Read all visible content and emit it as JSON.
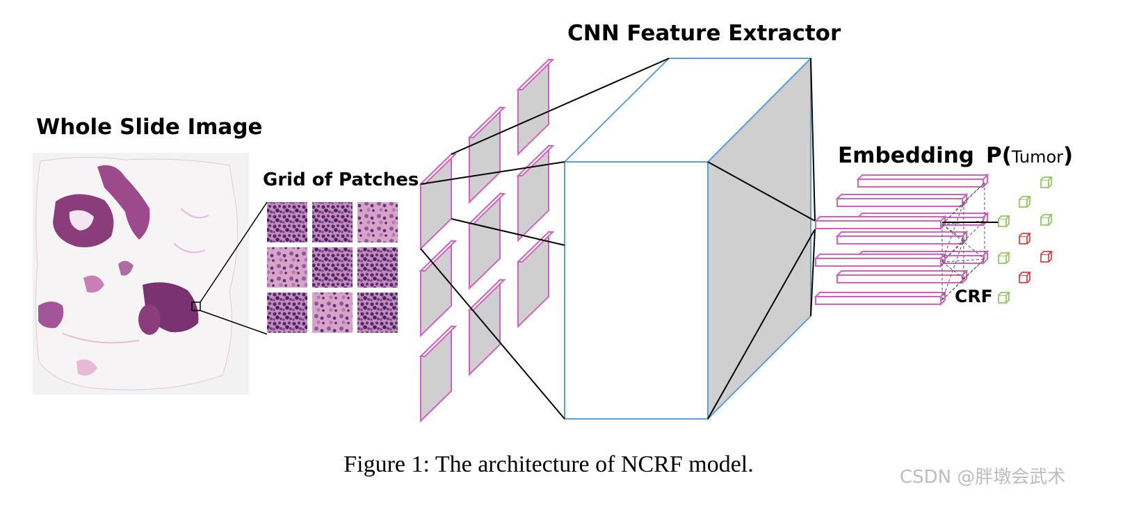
{
  "labels": {
    "wsi_title": "Whole Slide Image",
    "grid_title": "Grid of Patches",
    "cnn_title": "CNN Feature Extractor",
    "embedding_title": "Embedding",
    "prob_prefix": "P(",
    "prob_word": "Tumor",
    "prob_suffix": ")",
    "crf_label": "CRF"
  },
  "caption": "Figure 1: The architecture of NCRF model.",
  "watermark": "CSDN @胖墩会武术",
  "colors": {
    "patch_edge": "#d65fc4",
    "cube_edge": "#5aa0d8",
    "gray_face": "#cfcfcf",
    "tissue_dark": "#8a3d7a",
    "tissue_light": "#e8b9d6",
    "prob_green": "#7cc242",
    "prob_red": "#e02020"
  }
}
